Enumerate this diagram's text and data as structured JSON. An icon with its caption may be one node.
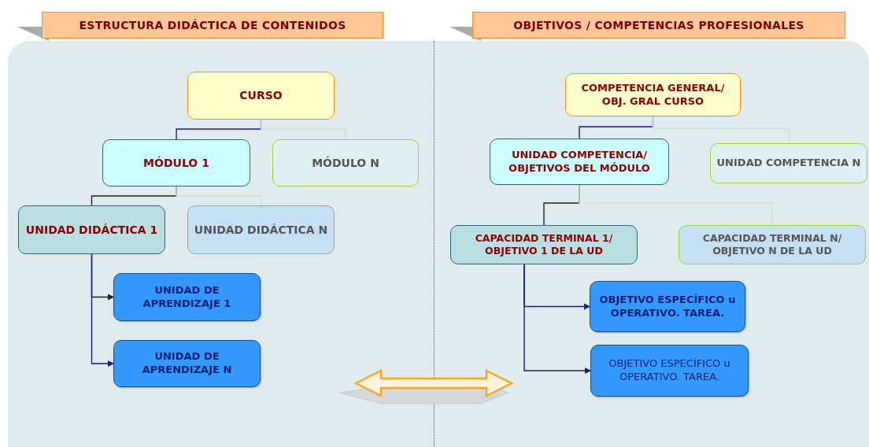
{
  "diagram": {
    "nodes": [
      {
        "text": [
          "ESTRUCTURA DIDÁCTICA DE CONTENIDOS"
        ]
      },
      {
        "text": [
          "OBJETIVOS / COMPETENCIAS PROFESIONALES"
        ]
      },
      {
        "text": [
          "CURSO"
        ],
        "in": 0
      },
      {
        "text": [
          "MÓDULO 1"
        ],
        "in": 0
      },
      {
        "text": [
          "MÓDULO N"
        ],
        "in": 0
      },
      {
        "text": [
          "UNIDAD DIDÁCTICA 1"
        ],
        "in": 0
      },
      {
        "text": [
          "UNIDAD DIDÁCTICA N"
        ],
        "in": 0
      },
      {
        "text": [
          "UNIDAD DE APRENDIZAJE 1"
        ],
        "in": 0
      },
      {
        "text": [
          "UNIDAD DE APRENDIZAJE N"
        ],
        "in": 0
      },
      {
        "text": [
          "COMPETENCIA GENERAL/ OBJ. GRAL CURSO"
        ],
        "in": 1
      },
      {
        "text": [
          "UNIDAD COMPETENCIA/ OBJETIVOS DEL MÓDULO"
        ],
        "in": 1
      },
      {
        "text": [
          "UNIDAD COMPETENCIA N"
        ],
        "in": 1
      },
      {
        "text": [
          "CAPACIDAD TERMINAL 1/ OBJETIVO 1 DE LA UD"
        ],
        "in": 1
      },
      {
        "text": [
          "CAPACIDAD TERMINAL N/ OBJETIVO N DE LA UD"
        ],
        "in": 1
      },
      {
        "text": [
          "OBJETIVO ESPECÍFICO u OPERATIVO. TAREA."
        ],
        "in": 1
      },
      {
        "text": [
          "OBJETIVO ESPECÍFICO u OPERATIVO. TAREA."
        ],
        "in": 1
      }
    ],
    "edges": [
      {
        "from": 0,
        "to": 1,
        "arrow": "both",
        "style": "thick",
        "color": "#f5a623"
      },
      {
        "from": 2,
        "to": 3,
        "arrow": "none"
      },
      {
        "from": 2,
        "to": 4,
        "arrow": "none",
        "color": "#d9d9d9"
      },
      {
        "from": 3,
        "to": 5,
        "arrow": "none",
        "color": "#222222"
      },
      {
        "from": 3,
        "to": 6,
        "arrow": "none",
        "color": "#d9d9d9"
      },
      {
        "from": 5,
        "to": 7,
        "arrow": "to",
        "color": "#222222"
      },
      {
        "from": 5,
        "to": 8,
        "arrow": "to"
      },
      {
        "from": 9,
        "to": 10,
        "arrow": "none"
      },
      {
        "from": 9,
        "to": 11,
        "arrow": "none",
        "color": "#d9d9d9"
      },
      {
        "from": 10,
        "to": 12,
        "arrow": "none",
        "color": "#222222"
      },
      {
        "from": 10,
        "to": 13,
        "arrow": "none",
        "color": "#d9d9d9"
      },
      {
        "from": 12,
        "to": 14,
        "arrow": "to"
      },
      {
        "from": 12,
        "to": 15,
        "arrow": "to"
      }
    ]
  }
}
